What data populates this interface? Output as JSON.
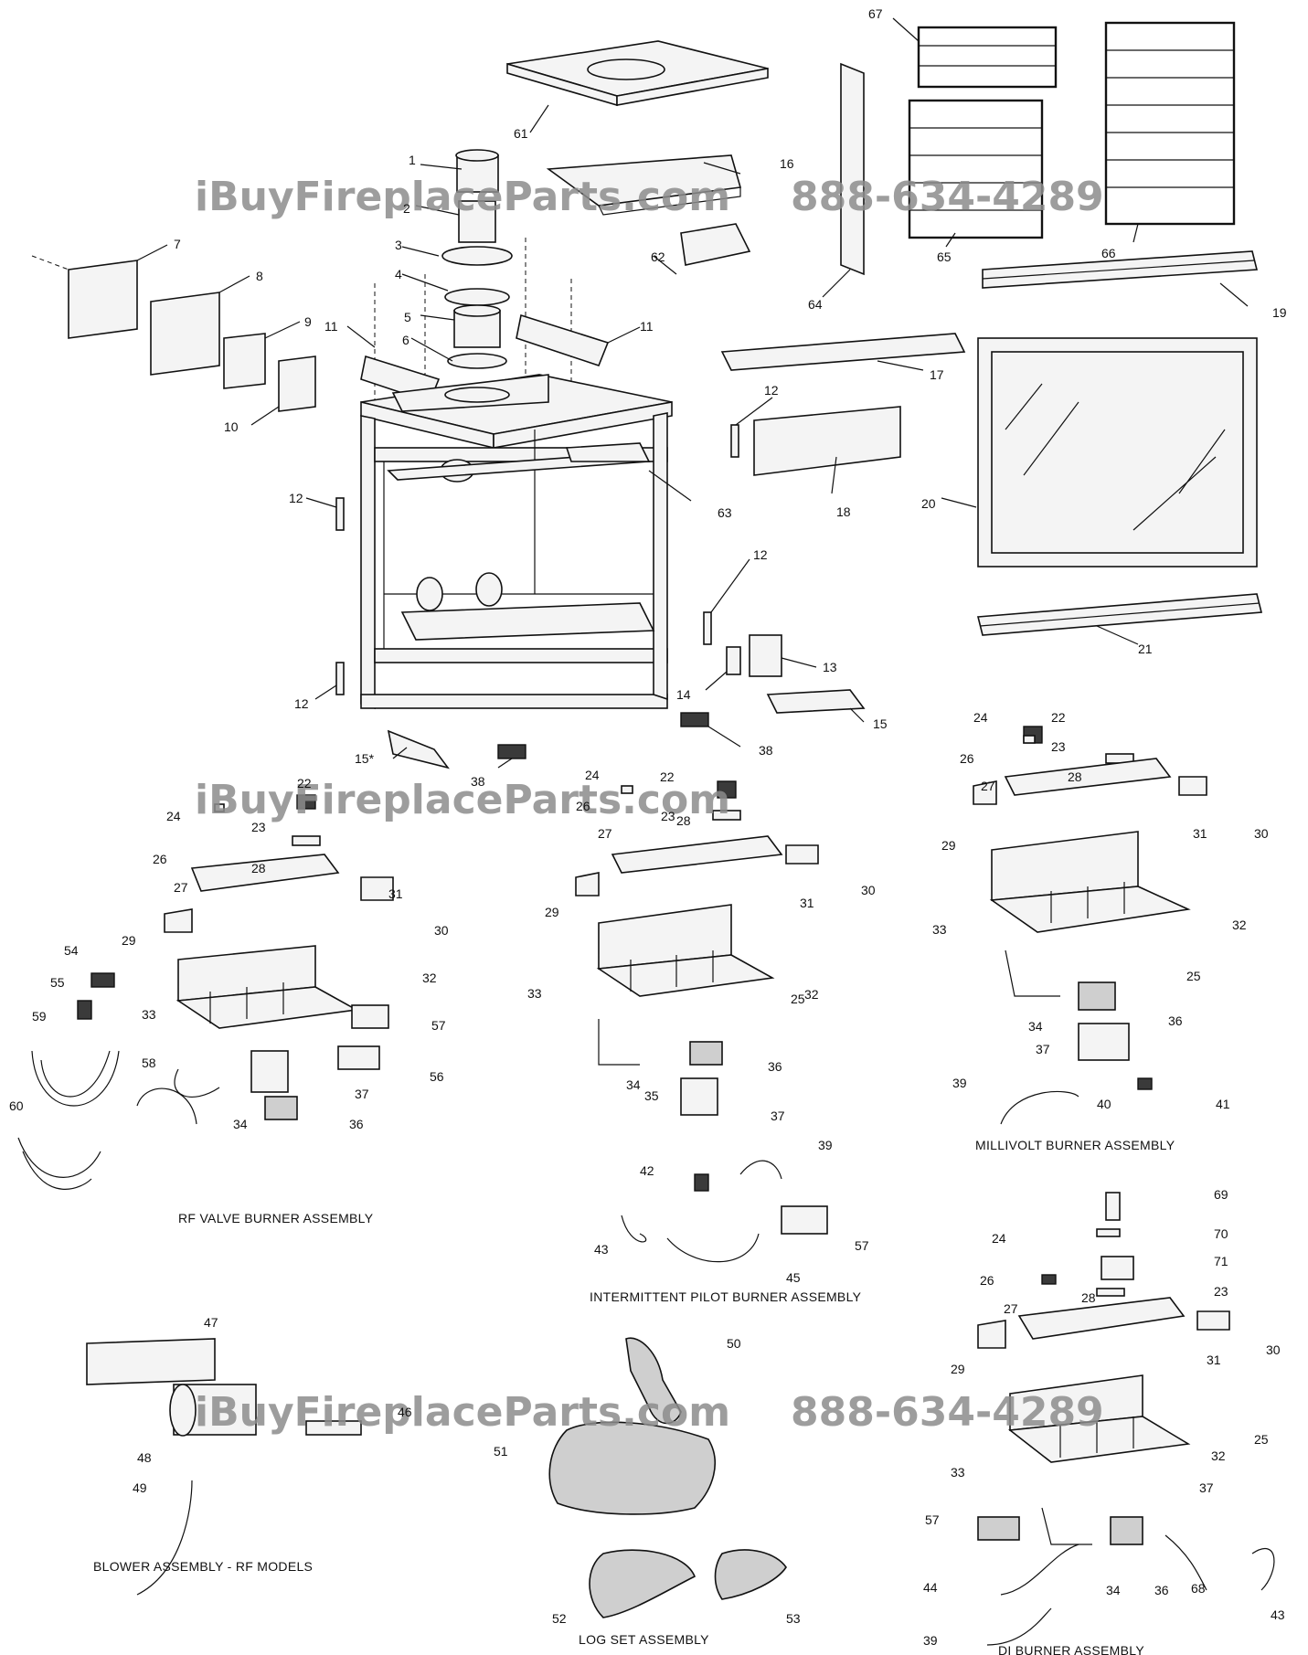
{
  "watermark": {
    "site": "iBuyFireplaceParts.com",
    "phone": "888-634-4289"
  },
  "captions": {
    "rf_valve": "RF VALVE BURNER ASSEMBLY",
    "intermittent": "INTERMITTENT PILOT BURNER ASSEMBLY",
    "millivolt": "MILLIVOLT BURNER ASSEMBLY",
    "blower": "BLOWER ASSEMBLY - RF MODELS",
    "logset": "LOG SET ASSEMBLY",
    "di": "DI BURNER ASSEMBLY"
  },
  "callouts": {
    "c1": "1",
    "c2": "2",
    "c3": "3",
    "c4": "4",
    "c5": "5",
    "c6": "6",
    "c7": "7",
    "c8": "8",
    "c9": "9",
    "c10": "10",
    "c11a": "11",
    "c11b": "11",
    "c12a": "12",
    "c12b": "12",
    "c12c": "12",
    "c12d": "12",
    "c13": "13",
    "c14": "14",
    "c15": "15",
    "c15s": "15*",
    "c16": "16",
    "c17": "17",
    "c18": "18",
    "c19": "19",
    "c20": "20",
    "c21": "21",
    "c61": "61",
    "c62": "62",
    "c63": "63",
    "c64": "64",
    "c65": "65",
    "c66": "66",
    "c67": "67",
    "c38a": "38",
    "c38b": "38",
    "rf22": "22",
    "rf23": "23",
    "rf24": "24",
    "rf26": "26",
    "rf27": "27",
    "rf28": "28",
    "rf29": "29",
    "rf30": "30",
    "rf31": "31",
    "rf32": "32",
    "rf33": "33",
    "rf34": "34",
    "rf36": "36",
    "rf37": "37",
    "rf54": "54",
    "rf55": "55",
    "rf56": "56",
    "rf57": "57",
    "rf58": "58",
    "rf59": "59",
    "rf60": "60",
    "ip22": "22",
    "ip23": "23",
    "ip24": "24",
    "ip25": "25",
    "ip26": "26",
    "ip27": "27",
    "ip28": "28",
    "ip29": "29",
    "ip30": "30",
    "ip31": "31",
    "ip32": "32",
    "ip33": "33",
    "ip34": "34",
    "ip35": "35",
    "ip36": "36",
    "ip37": "37",
    "ip39": "39",
    "ip42": "42",
    "ip43": "43",
    "ip45": "45",
    "ip57": "57",
    "mv22": "22",
    "mv23": "23",
    "mv24": "24",
    "mv25": "25",
    "mv26": "26",
    "mv27": "27",
    "mv28": "28",
    "mv29": "29",
    "mv30": "30",
    "mv31": "31",
    "mv32": "32",
    "mv33": "33",
    "mv34": "34",
    "mv36": "36",
    "mv37": "37",
    "mv39": "39",
    "mv40": "40",
    "mv41": "41",
    "bl46": "46",
    "bl47": "47",
    "bl48": "48",
    "bl49": "49",
    "lg50": "50",
    "lg51": "51",
    "lg52": "52",
    "lg53": "53",
    "di23": "23",
    "di24": "24",
    "di25": "25",
    "di26": "26",
    "di27": "27",
    "di28": "28",
    "di29": "29",
    "di30": "30",
    "di31": "31",
    "di32": "32",
    "di33": "33",
    "di34": "34",
    "di36": "36",
    "di37": "37",
    "di39": "39",
    "di43": "43",
    "di44": "44",
    "di57": "57",
    "di68": "68",
    "di69": "69",
    "di70": "70",
    "di71": "71"
  }
}
